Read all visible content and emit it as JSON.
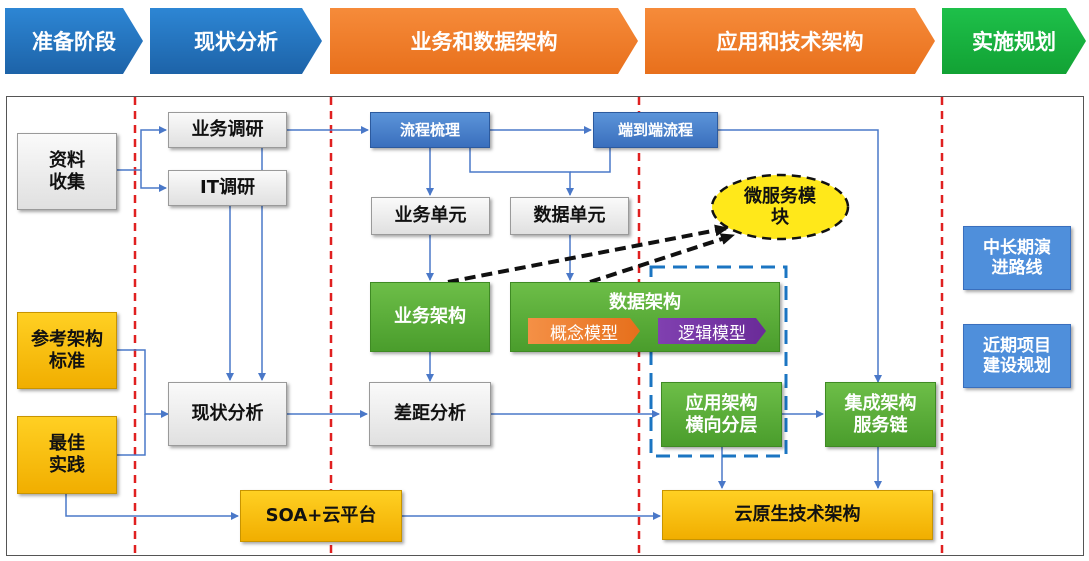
{
  "stages": [
    {
      "label": "准备阶段",
      "color": "#1d6fc0"
    },
    {
      "label": "现状分析",
      "color": "#1d6fc0"
    },
    {
      "label": "业务和数据架构",
      "color": "#ee7a25"
    },
    {
      "label": "应用和技术架构",
      "color": "#ee7a25"
    },
    {
      "label": "实施规划",
      "color": "#16aa3a"
    }
  ],
  "boxes": {
    "data_collection": "资料\n收集",
    "business_research": "业务调研",
    "it_research": "IT调研",
    "reference_arch": "参考架构\n标准",
    "best_practice": "最佳\n实践",
    "current_analysis": "现状分析",
    "process_sorting": "流程梳理",
    "end_to_end_process": "端到端流程",
    "business_unit": "业务单元",
    "data_unit": "数据单元",
    "microservice_module": "微服务模\n块",
    "business_arch": "业务架构",
    "data_arch": "数据架构",
    "concept_model": "概念模型",
    "logic_model": "逻辑模型",
    "gap_analysis": "差距分析",
    "app_arch": "应用架构\n横向分层",
    "integration_arch": "集成架构\n服务链",
    "soa_cloud": "SOA+云平台",
    "cloud_native": "云原生技术架构",
    "mid_long_roadmap": "中长期演\n进路线",
    "near_term_plan": "近期项目\n建设规划"
  },
  "colors": {
    "divider": "#e02020",
    "arrow": "#4a78c8",
    "gray_box": "#ececec",
    "yellow_box": "#f7bd00",
    "green_box": "#5aae3a",
    "blue_box": "#4a80cc",
    "ellipse_fill": "#ffe81a",
    "dashed_frame": "#1b75c2",
    "concept_tag": "#ee7a25",
    "logic_tag": "#7030a0"
  }
}
